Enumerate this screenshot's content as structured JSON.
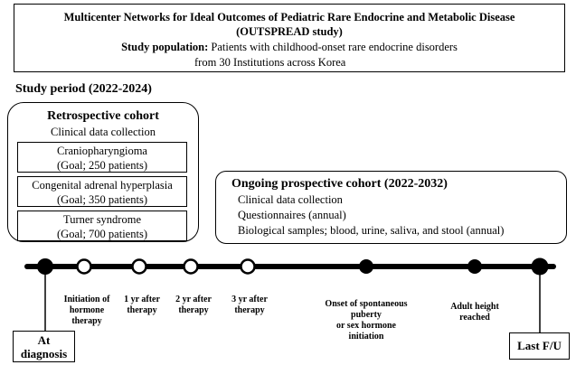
{
  "header": {
    "title_line1": "Multicenter Networks for Ideal Outcomes of Pediatric Rare Endocrine and Metabolic Disease",
    "title_line2": "(OUTSPREAD study)",
    "population_label": "Study population:",
    "population_text_line1": "Patients with childhood-onset rare endocrine disorders",
    "population_text_line2": "from 30 Institutions across Korea"
  },
  "study_period": "Study period (2022-2024)",
  "retrospective": {
    "title": "Retrospective cohort",
    "subtitle": "Clinical data collection",
    "groups": [
      {
        "name": "Craniopharyngioma",
        "goal": "(Goal; 250 patients)"
      },
      {
        "name": "Congenital adrenal hyperplasia",
        "goal": "(Goal; 350 patients)"
      },
      {
        "name": "Turner syndrome",
        "goal": "(Goal; 700 patients)"
      }
    ]
  },
  "prospective": {
    "title": "Ongoing prospective cohort (2022-2032)",
    "items": [
      "Clinical data collection",
      "Questionnaires (annual)",
      "Biological samples; blood, urine, saliva, and stool (annual)"
    ]
  },
  "timeline": {
    "start_label_line1": "At",
    "start_label_line2": "diagnosis",
    "end_label": "Last F/U",
    "events": [
      {
        "label_lines": [
          "Initiation of",
          "hormone",
          "therapy"
        ],
        "filled": false
      },
      {
        "label_lines": [
          "1 yr after",
          "therapy"
        ],
        "filled": false
      },
      {
        "label_lines": [
          "2 yr after",
          "therapy"
        ],
        "filled": false
      },
      {
        "label_lines": [
          "3 yr after",
          "therapy"
        ],
        "filled": false
      },
      {
        "label_lines": [
          "Onset of spontaneous",
          "puberty",
          "or sex hormone",
          "initiation"
        ],
        "filled": true
      },
      {
        "label_lines": [
          "Adult height",
          "reached"
        ],
        "filled": true
      }
    ]
  }
}
